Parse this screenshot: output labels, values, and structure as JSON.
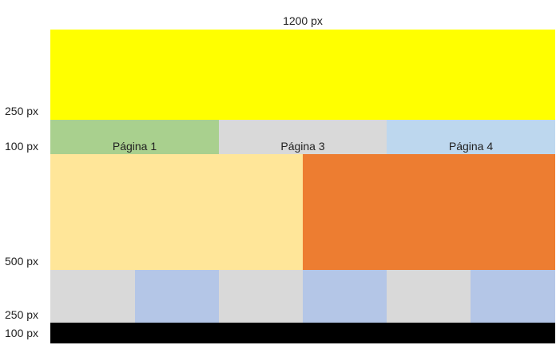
{
  "width_label": "1200 px",
  "height_labels": {
    "header": "250 px",
    "nav": "100 px",
    "content": "500 px",
    "grid": "250 px",
    "footer": "100 px"
  },
  "nav_labels": {
    "first": "Página 1",
    "second": "Página 3",
    "third": "Página 4"
  },
  "colors": {
    "header": "#ffff00",
    "nav_first": "#a9d08e",
    "nav_second": "#d9d9d9",
    "nav_third": "#bdd7ee",
    "content_left": "#ffe699",
    "content_right": "#ed7d31",
    "grid_gray": "#d9d9d9",
    "grid_blue": "#b4c6e7",
    "footer": "#000000"
  }
}
